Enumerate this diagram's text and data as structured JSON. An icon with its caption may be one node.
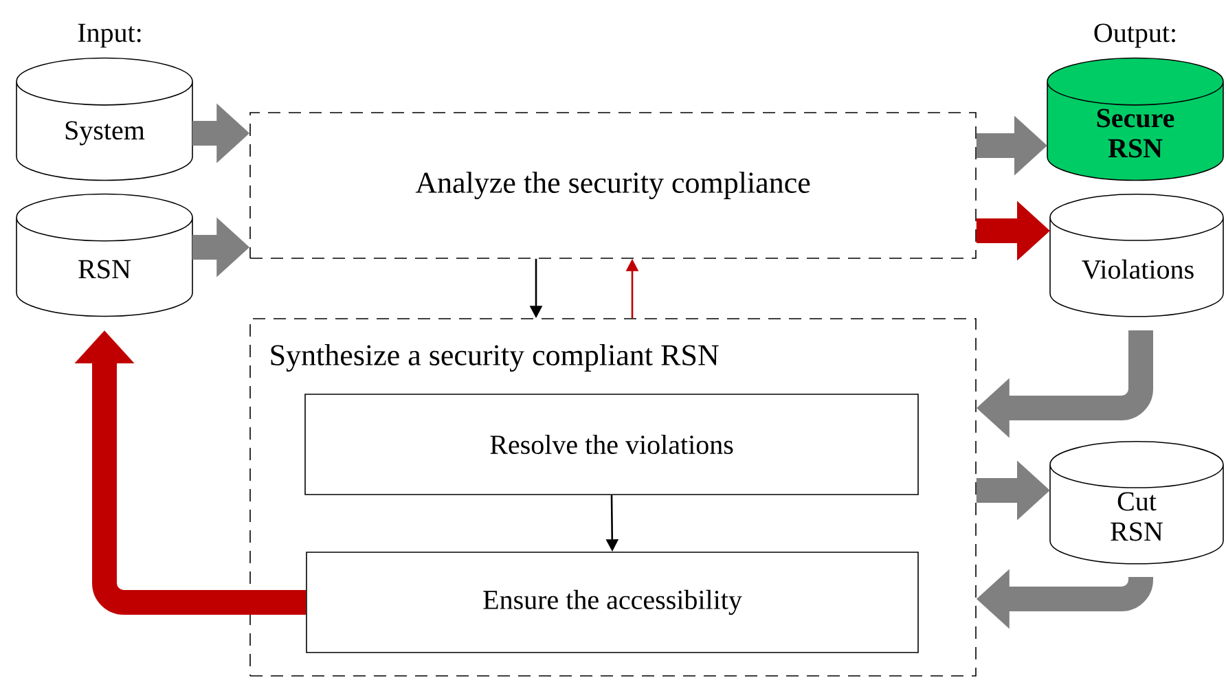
{
  "diagram": {
    "nodes": [
      {
        "text": [
          "System"
        ]
      },
      {
        "text": [
          "RSN"
        ]
      },
      {
        "text": [
          "Analyze the security compliance"
        ]
      },
      {
        "text": [
          "Synthesize a security compliant RSN"
        ]
      },
      {
        "text": [
          "Resolve the violations"
        ],
        "in": 3
      },
      {
        "text": [
          "Ensure the accessibility"
        ],
        "in": 3
      },
      {
        "text": [
          "Secure RSN"
        ]
      },
      {
        "text": [
          "Violations"
        ]
      },
      {
        "text": [
          "Cut RSN"
        ]
      }
    ],
    "edges": [
      {
        "from": 0,
        "to": 2,
        "arrow": "to"
      },
      {
        "from": 1,
        "to": 2,
        "arrow": "to"
      },
      {
        "from": 2,
        "to": 3,
        "arrow": "to",
        "color": "#000000"
      },
      {
        "from": 3,
        "to": 2,
        "arrow": "to",
        "color": "#c00000"
      },
      {
        "from": 2,
        "to": 6,
        "arrow": "to"
      },
      {
        "from": 2,
        "to": 7,
        "arrow": "to",
        "color": "#c00000"
      },
      {
        "from": 7,
        "to": 3,
        "arrow": "to"
      },
      {
        "from": 3,
        "to": 8,
        "arrow": "to"
      },
      {
        "from": 8,
        "to": 3,
        "arrow": "to"
      },
      {
        "from": 4,
        "to": 5,
        "arrow": "to",
        "color": "#000000"
      },
      {
        "from": 5,
        "to": 1,
        "arrow": "to",
        "color": "#c00000"
      }
    ],
    "labels": [
      "Input:",
      "Output:"
    ]
  }
}
